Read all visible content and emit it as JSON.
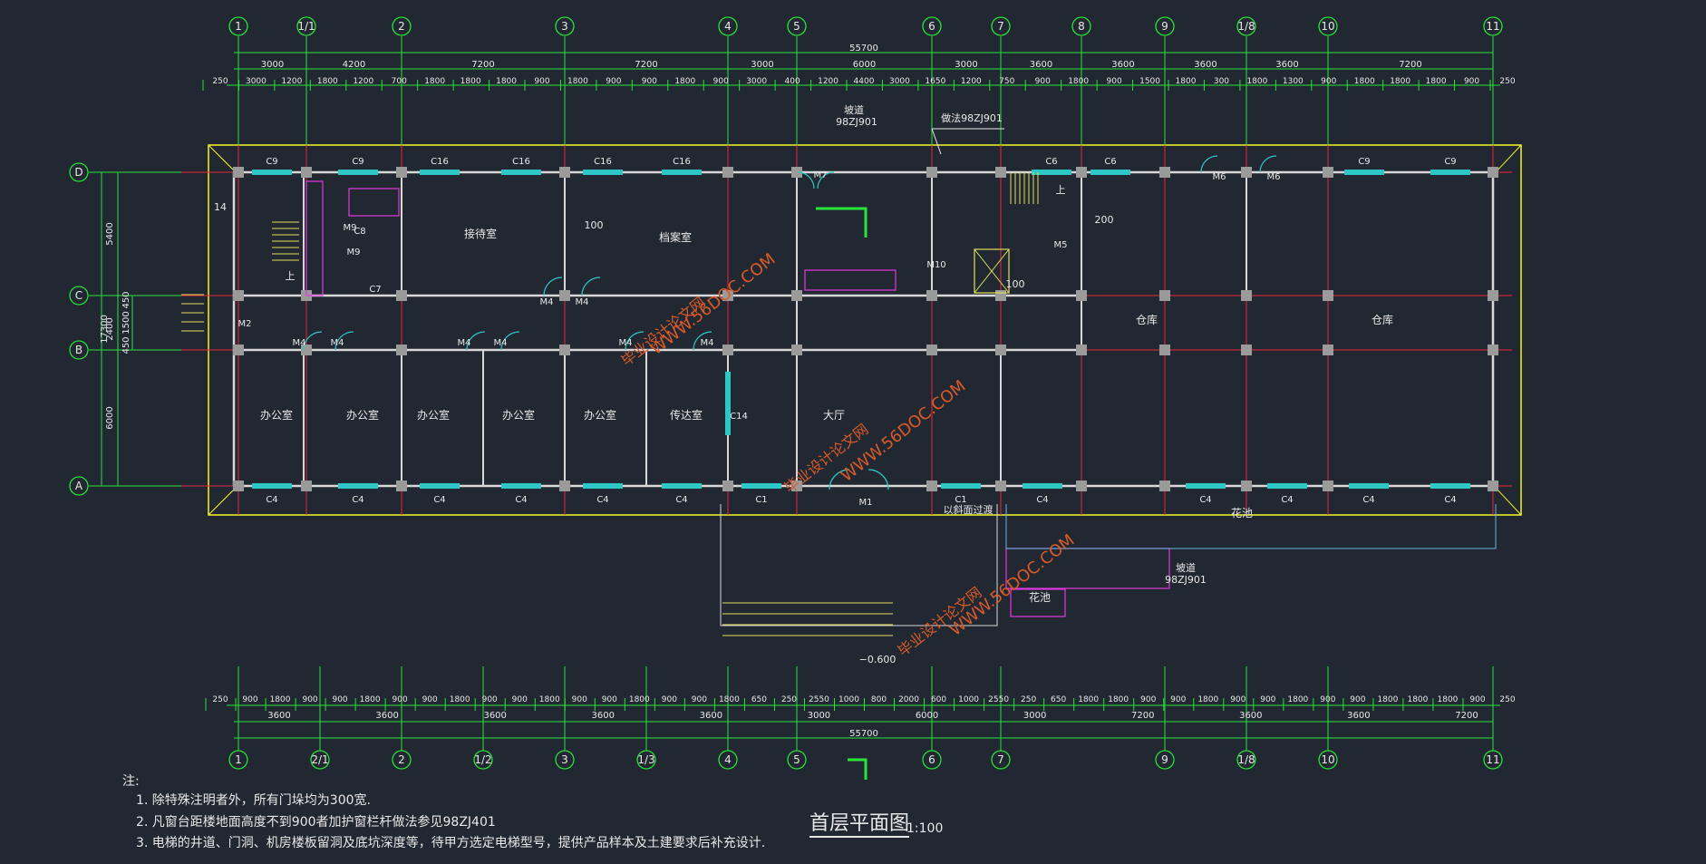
{
  "drawing": {
    "title": "首层平面图",
    "scale": "1:100",
    "axes_top": [
      "1",
      "1/1",
      "2",
      "3",
      "4",
      "5",
      "6",
      "7",
      "8",
      "9",
      "1/8",
      "10",
      "11"
    ],
    "axes_bottom": [
      "1",
      "2/1",
      "2",
      "1/2",
      "3",
      "1/3",
      "4",
      "5",
      "6",
      "7",
      "9",
      "1/8",
      "10",
      "11"
    ],
    "axes_left": [
      "D",
      "C",
      "B",
      "A"
    ],
    "overall_length": "55700",
    "overall_width": "17300",
    "top_dims_primary": [
      "3000",
      "4200",
      "7200",
      "7200",
      "3000",
      "6000",
      "3000",
      "3600",
      "3600",
      "3600",
      "3600",
      "7200"
    ],
    "top_dims_secondary": [
      "250",
      "3000",
      "1200",
      "1800",
      "1200",
      "700",
      "1800",
      "1800",
      "1800",
      "900",
      "1800",
      "900",
      "900",
      "1800",
      "900",
      "3000",
      "400",
      "1200",
      "4400",
      "3000",
      "1650",
      "1200",
      "750",
      "900",
      "1800",
      "900",
      "1500",
      "1800",
      "300",
      "1800",
      "1300",
      "900",
      "1800",
      "1800",
      "1800",
      "900",
      "250"
    ],
    "bottom_dims_primary": [
      "3600",
      "3600",
      "3600",
      "3600",
      "3600",
      "3000",
      "6000",
      "3000",
      "7200",
      "3600",
      "3600",
      "7200"
    ],
    "bottom_dims_secondary": [
      "250",
      "900",
      "1800",
      "900",
      "900",
      "1800",
      "900",
      "900",
      "1800",
      "900",
      "900",
      "1800",
      "900",
      "900",
      "1800",
      "900",
      "900",
      "1800",
      "650",
      "250",
      "2550",
      "1000",
      "800",
      "2000",
      "600",
      "1000",
      "2550",
      "250",
      "650",
      "1800",
      "1800",
      "900",
      "900",
      "1800",
      "900",
      "900",
      "1800",
      "900",
      "900",
      "1800",
      "1800",
      "1800",
      "900",
      "250"
    ],
    "left_dims": [
      "5400",
      "450",
      "1500",
      "450",
      "2400",
      "6000"
    ],
    "rooms": [
      "接待室",
      "档案室",
      "办公室",
      "办公室",
      "办公室",
      "办公室",
      "办公室",
      "传达室",
      "仓库",
      "仓库",
      "大厅",
      "花池",
      "花池"
    ],
    "windows_top": [
      "C9",
      "C9",
      "C16",
      "C16",
      "C16",
      "C16",
      "C6",
      "C6",
      "C9",
      "C9"
    ],
    "windows_bottom": [
      "C4",
      "C4",
      "C4",
      "C4",
      "C4",
      "C4",
      "C1",
      "C1",
      "C4",
      "C4",
      "C4",
      "C4",
      "C4"
    ],
    "doors": [
      "M2",
      "M4",
      "M4",
      "M4",
      "M4",
      "M4",
      "M4",
      "M4",
      "M4",
      "M7",
      "M6",
      "M6",
      "M5",
      "M9",
      "M9",
      "M10",
      "M1",
      "C7",
      "C8",
      "C14"
    ],
    "annotations": [
      "做法98ZJ901",
      "坡道",
      "98ZJ901",
      "以斜面过渡",
      "坡道",
      "98ZJ901",
      "−0.600",
      "上",
      "上",
      "14",
      "200",
      "100",
      "100"
    ],
    "elevation": "−0.600",
    "watermarks": [
      "WWW.56DOC.COM",
      "毕业设计论文网"
    ]
  },
  "notes": {
    "label": "注:",
    "items": [
      "1. 除特殊注明者外，所有门垛均为300宽.",
      "2. 凡窗台距楼地面高度不到900者加护窗栏杆做法参见98ZJ401",
      "3. 电梯的井道、门洞、机房楼板留洞及底坑深度等，待甲方选定电梯型号，提供产品样本及土建要求后补充设计."
    ]
  },
  "colors": {
    "background": "#222831",
    "axis": "#e8263a",
    "dimension": "#27e33a",
    "wall": "#d8d8d8",
    "column": "#9a9a9a",
    "window": "#2ec7c7",
    "outline": "#f5f52a",
    "stair": "#e0e05a",
    "fixture": "#e23adf",
    "text": "#e8e8e8",
    "watermark": "#d85a2a"
  }
}
